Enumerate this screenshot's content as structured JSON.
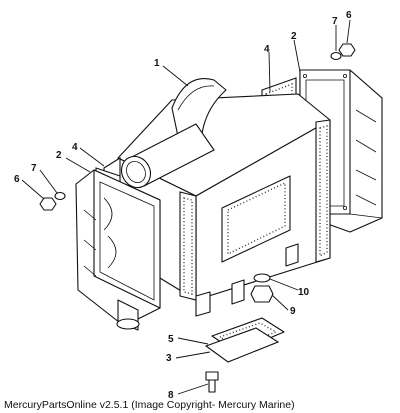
{
  "callouts": [
    {
      "id": "c1",
      "label": "1"
    },
    {
      "id": "c2a",
      "label": "2"
    },
    {
      "id": "c2b",
      "label": "2"
    },
    {
      "id": "c3",
      "label": "3"
    },
    {
      "id": "c4a",
      "label": "4"
    },
    {
      "id": "c4b",
      "label": "4"
    },
    {
      "id": "c5",
      "label": "5"
    },
    {
      "id": "c6a",
      "label": "6"
    },
    {
      "id": "c6b",
      "label": "6"
    },
    {
      "id": "c7a",
      "label": "7"
    },
    {
      "id": "c7b",
      "label": "7"
    },
    {
      "id": "c8",
      "label": "8"
    },
    {
      "id": "c9",
      "label": "9"
    },
    {
      "id": "c10",
      "label": "10"
    }
  ],
  "caption": "MercuryPartsOnline v2.5.1 (Image Copyright- Mercury Marine)"
}
